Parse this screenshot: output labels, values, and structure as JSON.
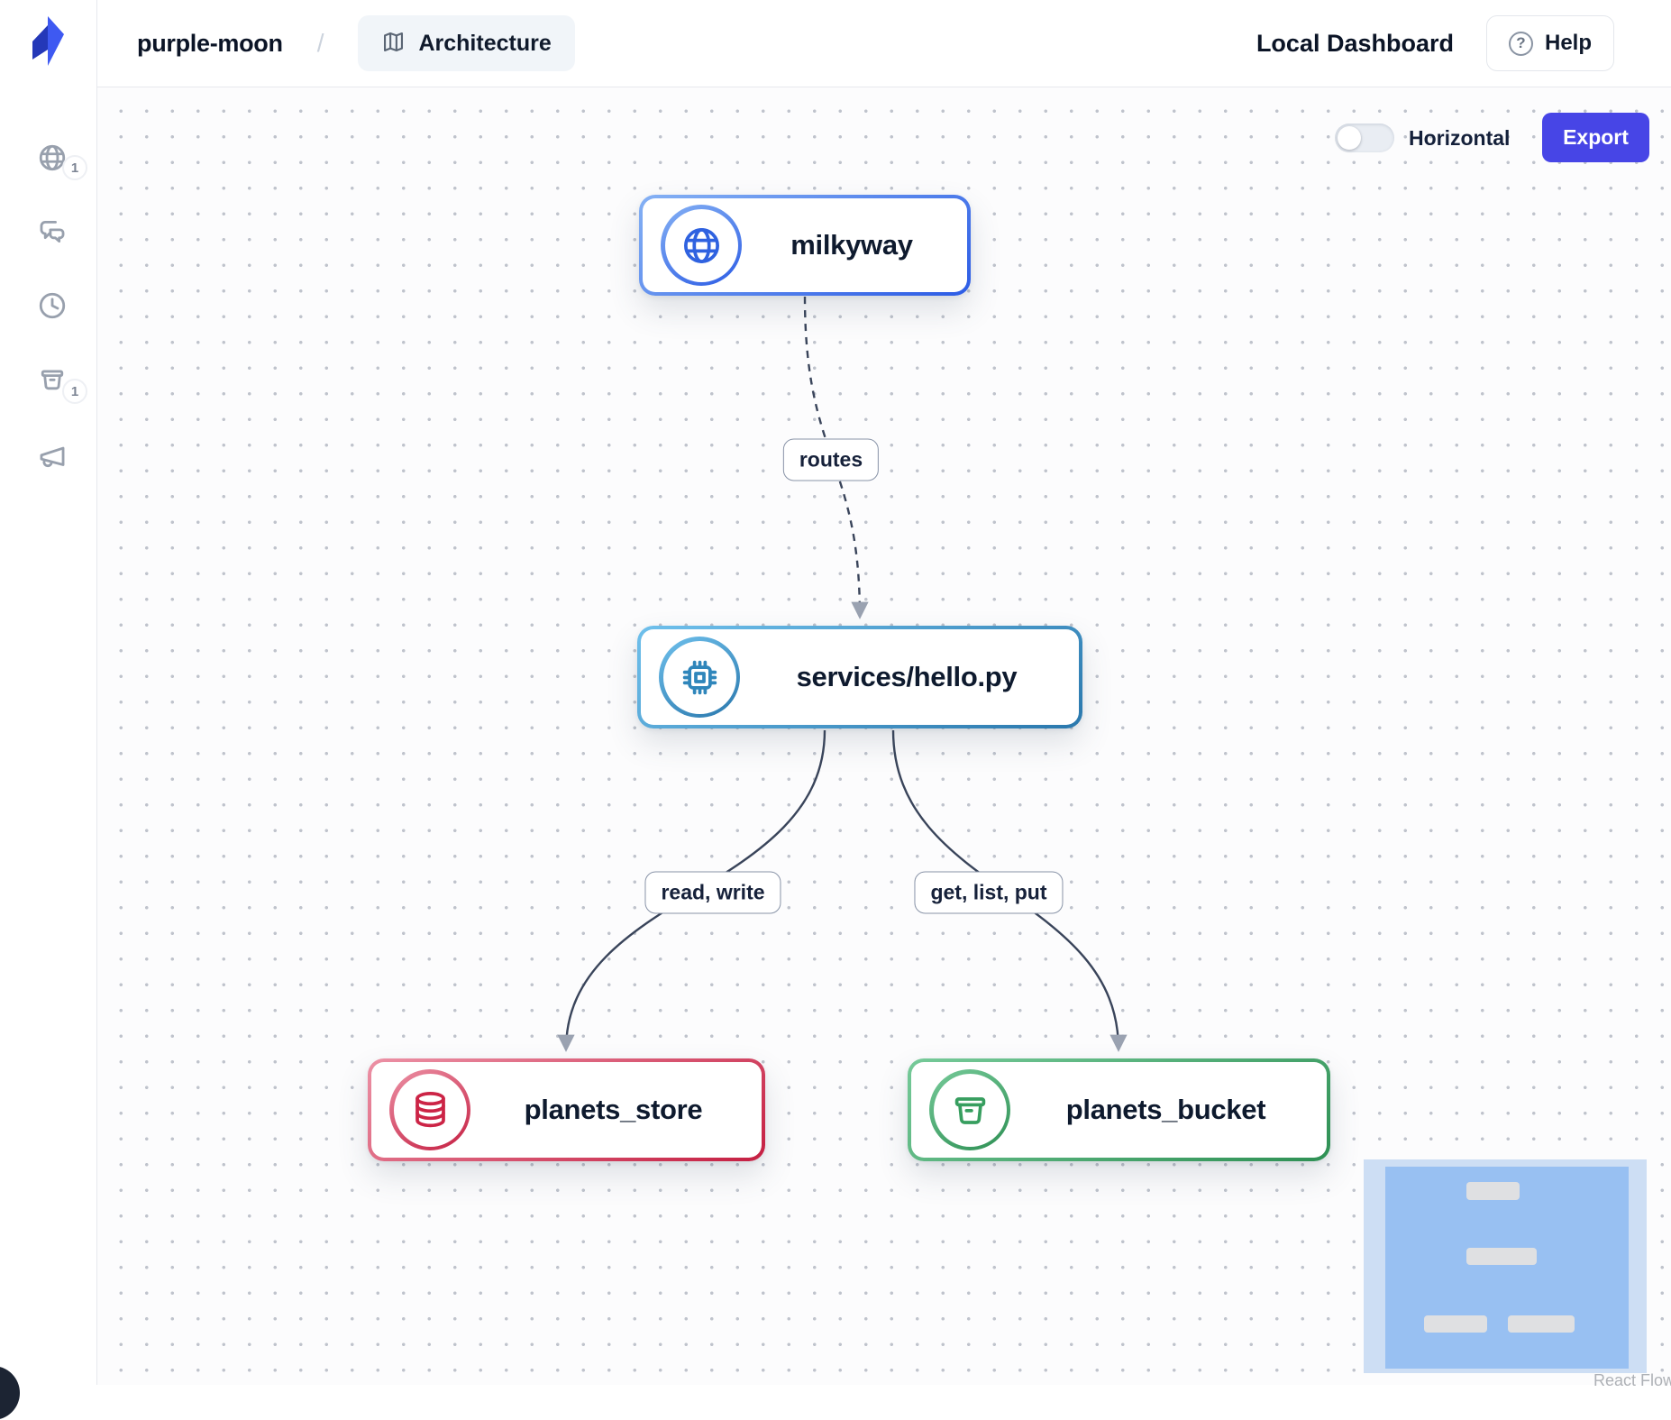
{
  "header": {
    "project_name": "purple-moon",
    "breadcrumb_separator": "/",
    "architecture_tab": "Architecture",
    "dashboard_title": "Local Dashboard",
    "help_label": "Help"
  },
  "sidebar": {
    "items": [
      {
        "icon": "globe-icon",
        "badge": "1"
      },
      {
        "icon": "chat-icon",
        "badge": ""
      },
      {
        "icon": "clock-icon",
        "badge": ""
      },
      {
        "icon": "bucket-icon",
        "badge": "1"
      },
      {
        "icon": "megaphone-icon",
        "badge": ""
      }
    ]
  },
  "toolbar": {
    "orientation_label": "Horizontal",
    "orientation_state": "off",
    "export_label": "Export",
    "export_color": "#4745e6"
  },
  "diagram": {
    "nodes": [
      {
        "id": "milkyway",
        "label": "milkyway",
        "icon": "globe-icon",
        "border_from": "#85b1f4",
        "border_to": "#2c5ce5",
        "glyph_color": "#2f62e0"
      },
      {
        "id": "services/hello.py",
        "label": "services/hello.py",
        "icon": "cpu-icon",
        "border_from": "#6fc0ec",
        "border_to": "#2a78ad",
        "glyph_color": "#2f86bb"
      },
      {
        "id": "planets_store",
        "label": "planets_store",
        "icon": "database-icon",
        "border_from": "#ec91a5",
        "border_to": "#c51f42",
        "glyph_color": "#cc2446"
      },
      {
        "id": "planets_bucket",
        "label": "planets_bucket",
        "icon": "bucket-icon",
        "border_from": "#76ca99",
        "border_to": "#2e9054",
        "glyph_color": "#379e5f"
      }
    ],
    "edges": [
      {
        "from": "milkyway",
        "to": "services/hello.py",
        "label": "routes",
        "style": "dashed"
      },
      {
        "from": "services/hello.py",
        "to": "planets_store",
        "label": "read, write",
        "style": "solid"
      },
      {
        "from": "services/hello.py",
        "to": "planets_bucket",
        "label": "get, list, put",
        "style": "solid"
      }
    ]
  },
  "minimap": {
    "viewport_color": "#98c0f2",
    "background_color": "#cddef4",
    "attribution": "React Flow"
  }
}
